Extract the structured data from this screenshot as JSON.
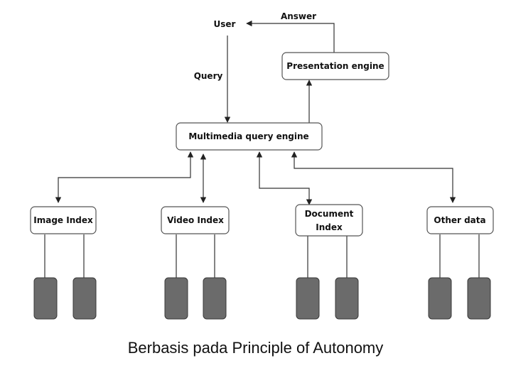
{
  "nodes": {
    "user": "User",
    "presentation_engine": "Presentation engine",
    "query_engine": "Multimedia query engine",
    "image_index": "Image Index",
    "video_index": "Video Index",
    "document_index_line1": "Document",
    "document_index_line2": "Index",
    "other_data": "Other data"
  },
  "edges": {
    "answer": "Answer",
    "query": "Query"
  },
  "caption": "Berbasis pada Principle of Autonomy",
  "colors": {
    "storage_fill": "#6b6b6b",
    "box_stroke": "#555555",
    "line": "#333333"
  }
}
